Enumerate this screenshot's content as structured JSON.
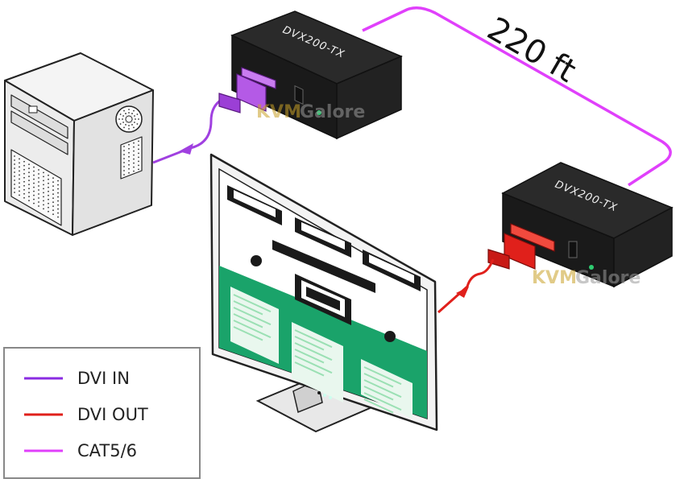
{
  "distance": {
    "label": "220 ft"
  },
  "transmitter": {
    "label": "DVX200-TX"
  },
  "receiver": {
    "label": "DVX200-TX"
  },
  "watermark": {
    "part1": "KVM",
    "part2": "Galore"
  },
  "legend": {
    "items": [
      {
        "label": "DVI IN",
        "color": "#8a2be2"
      },
      {
        "label": "DVI OUT",
        "color": "#e0201b"
      },
      {
        "label": "CAT5/6",
        "color": "#e040fb"
      }
    ]
  },
  "colors": {
    "cat_cable": "#e040fb",
    "dvi_in": "#a040e0",
    "dvi_out": "#e0201b",
    "device_box": "#1e1e1e",
    "screen_green": "#1aa36a",
    "led_green": "#2ecc71"
  }
}
